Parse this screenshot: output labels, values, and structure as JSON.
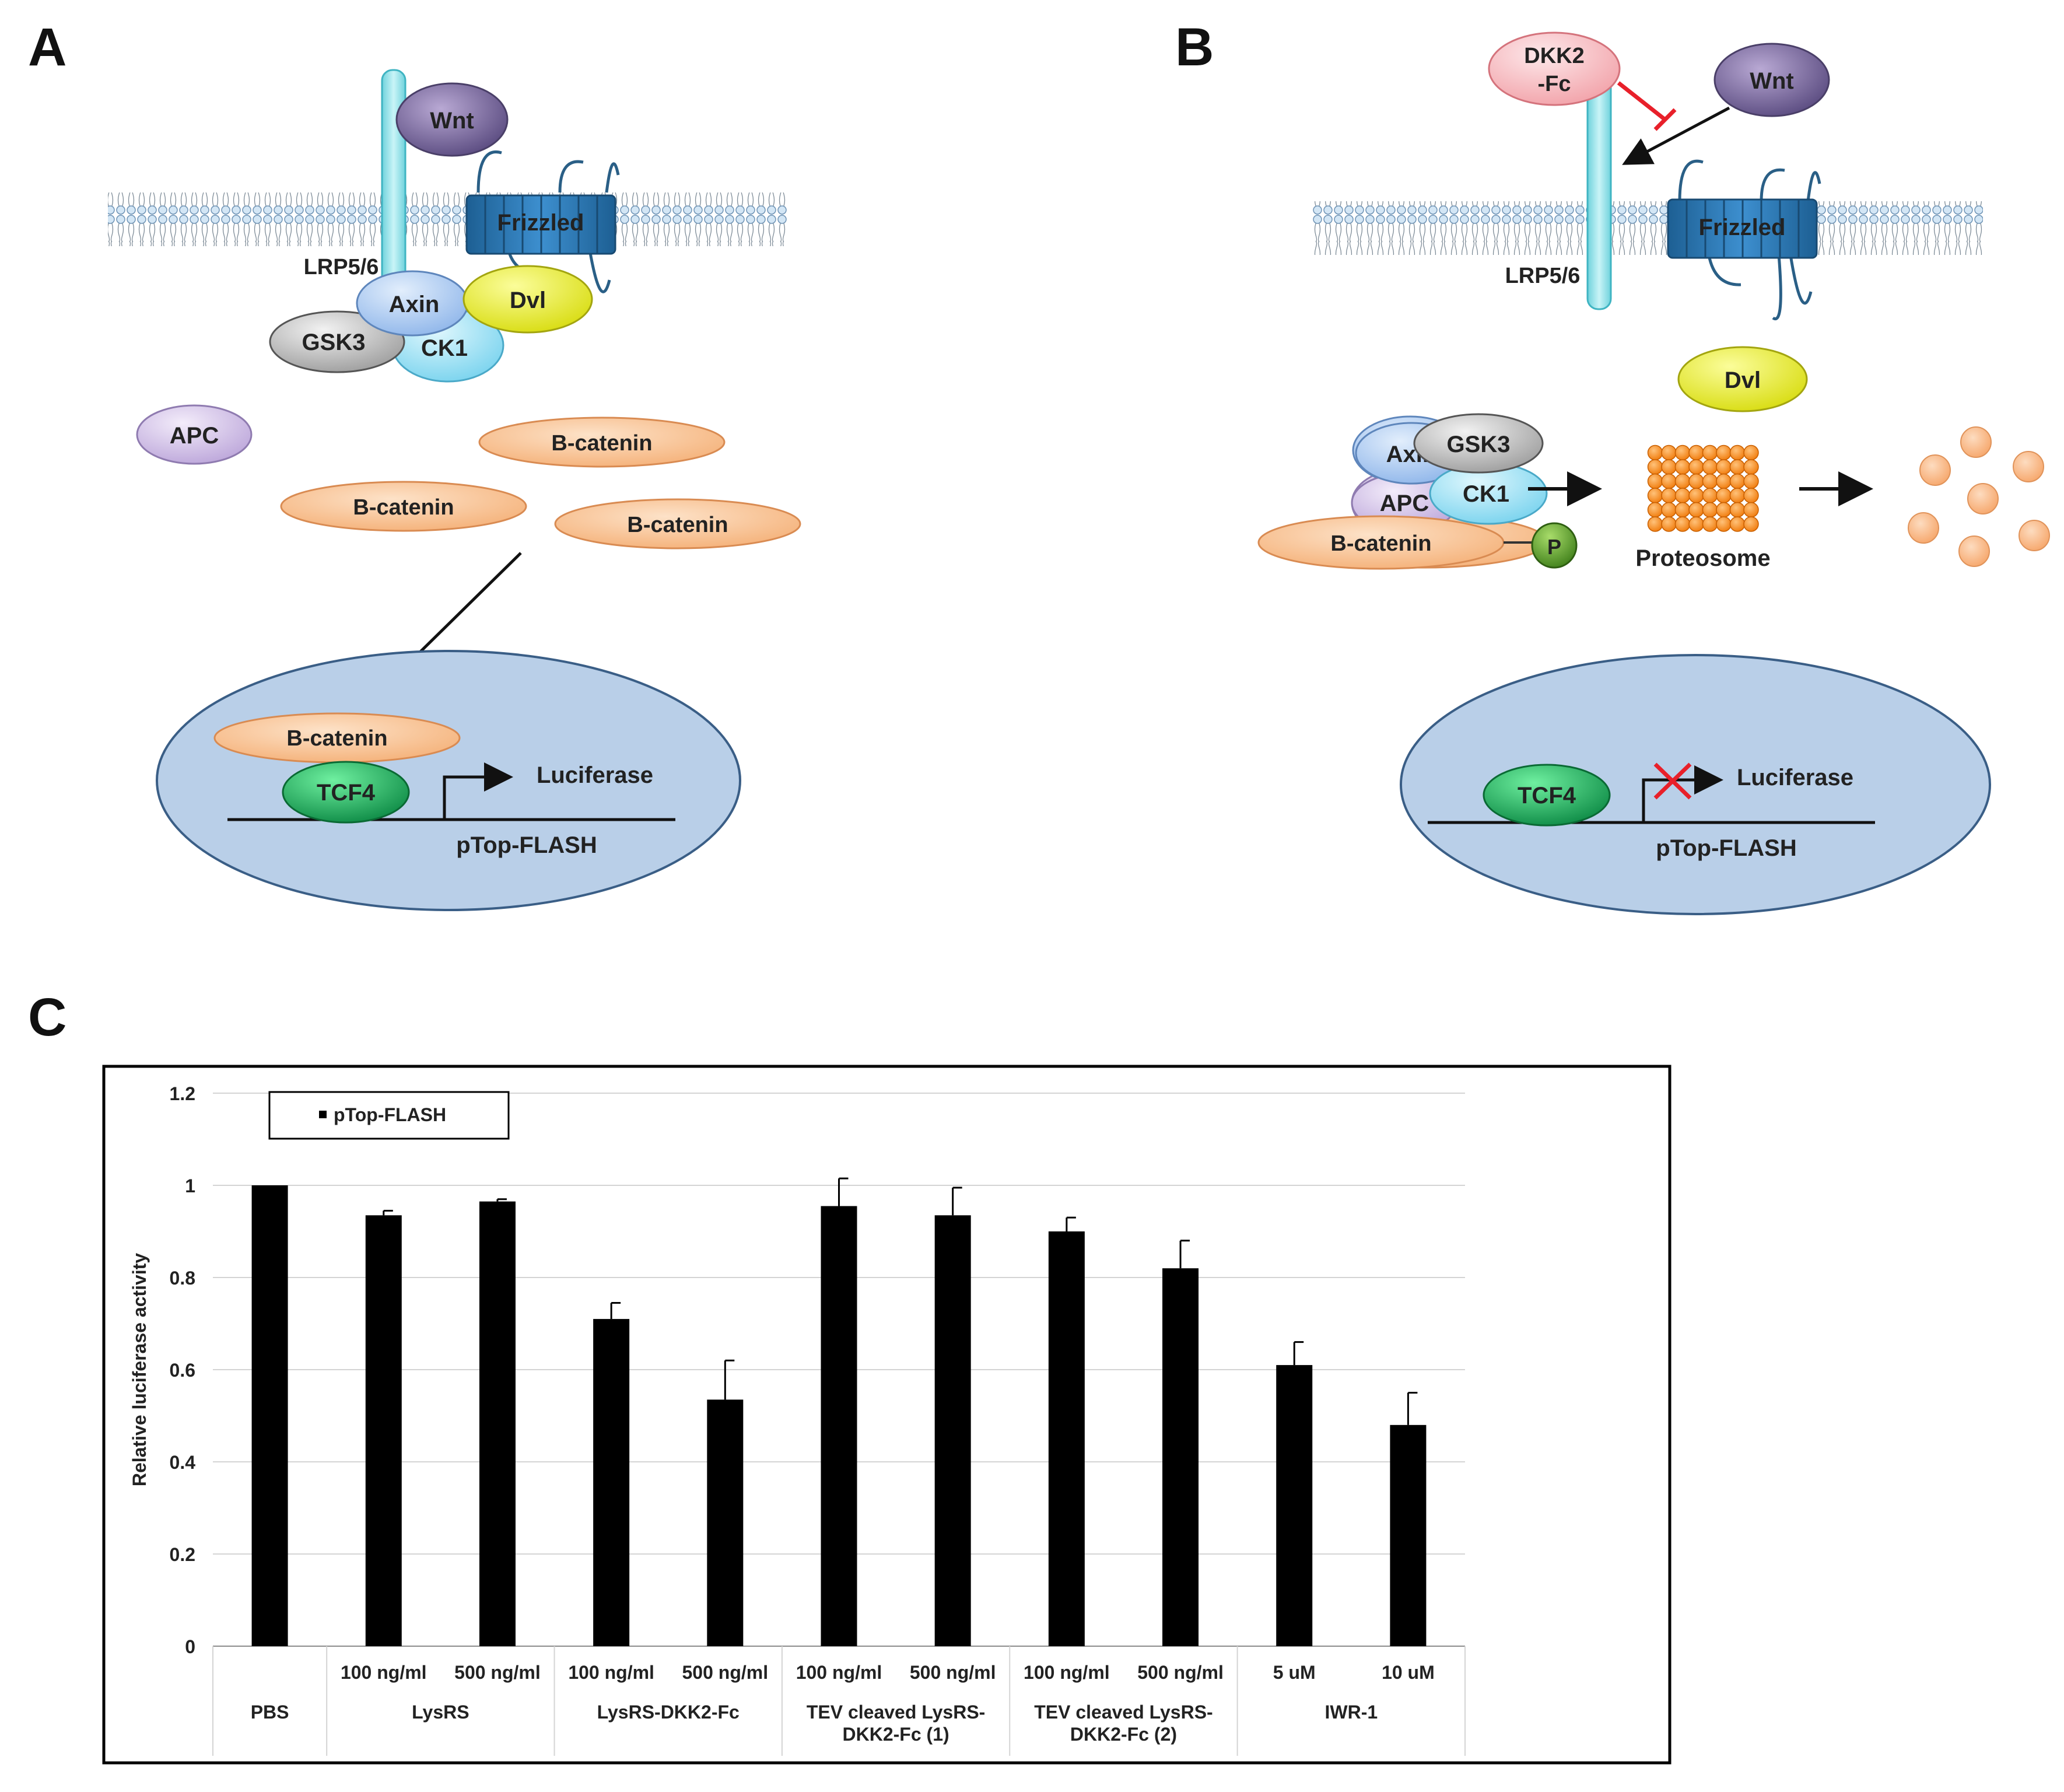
{
  "panels": {
    "a": {
      "letter": "A",
      "receptor": "LRP5/6",
      "ligand": "Wnt",
      "frizzled": "Frizzled",
      "axin": "Axin",
      "gsk3": "GSK3",
      "ck1": "CK1",
      "dvl": "Dvl",
      "apc": "APC",
      "catenin": "B-catenin",
      "nucleus_catenin": "B-catenin",
      "tcf4": "TCF4",
      "gene": "Luciferase",
      "plasmid": "pTop-FLASH"
    },
    "b": {
      "letter": "B",
      "inhibitor_line1": "DKK2",
      "inhibitor_line2": "-Fc",
      "ligand": "Wnt",
      "receptor": "LRP5/6",
      "frizzled": "Frizzled",
      "dvl": "Dvl",
      "axin": "Axin",
      "gsk3": "GSK3",
      "apc": "APC",
      "ck1": "CK1",
      "catenin": "B-catenin",
      "phospho": "P",
      "proteosome": "Proteosome",
      "tcf4": "TCF4",
      "gene": "Luciferase",
      "plasmid": "pTop-FLASH"
    },
    "c": {
      "letter": "C"
    }
  },
  "chart_data": {
    "type": "bar",
    "ylabel": "Relative luciferase activity",
    "ylim": [
      0,
      1.2
    ],
    "yticks": [
      "0",
      "0.2",
      "0.4",
      "0.6",
      "0.8",
      "1",
      "1.2"
    ],
    "legend": "pTop-FLASH",
    "legend_position": "top-left",
    "grid": true,
    "bar_color": "#000000",
    "categories": [
      "PBS",
      "LysRS 100 ng/ml",
      "LysRS 500 ng/ml",
      "LysRS-DKK2-Fc 100 ng/ml",
      "LysRS-DKK2-Fc 500 ng/ml",
      "TEV cleaved LysRS-DKK2-Fc (1) 100 ng/ml",
      "TEV cleaved LysRS-DKK2-Fc (1) 500 ng/ml",
      "TEV cleaved LysRS-DKK2-Fc (2) 100 ng/ml",
      "TEV cleaved LysRS-DKK2-Fc (2) 500 ng/ml",
      "IWR-1 5 uM",
      "IWR-1 10 uM"
    ],
    "values": [
      1.0,
      0.935,
      0.965,
      0.71,
      0.535,
      0.955,
      0.935,
      0.9,
      0.82,
      0.61,
      0.48
    ],
    "errors": [
      0,
      0.01,
      0.005,
      0.035,
      0.085,
      0.06,
      0.06,
      0.03,
      0.06,
      0.05,
      0.07
    ],
    "sub_labels": [
      "",
      "100 ng/ml",
      "500 ng/ml",
      "100 ng/ml",
      "500 ng/ml",
      "100 ng/ml",
      "500 ng/ml",
      "100 ng/ml",
      "500 ng/ml",
      "5 uM",
      "10 uM"
    ],
    "groups": [
      {
        "label": [
          "PBS"
        ],
        "size": 1
      },
      {
        "label": [
          "LysRS"
        ],
        "size": 2
      },
      {
        "label": [
          "LysRS-DKK2-Fc"
        ],
        "size": 2
      },
      {
        "label": [
          "TEV cleaved LysRS-",
          "DKK2-Fc (1)"
        ],
        "size": 2
      },
      {
        "label": [
          "TEV cleaved LysRS-",
          "DKK2-Fc (2)"
        ],
        "size": 2
      },
      {
        "label": [
          "IWR-1"
        ],
        "size": 2
      }
    ]
  },
  "colors": {
    "membrane": "#cfe3f3",
    "membrane_line": "#6b8fb0",
    "nucleus": "#b9cfe8",
    "catenin": "#f9c79b",
    "tcf4": "#19a85a",
    "wnt": "#7e6aa3",
    "frizzled": "#2474b0",
    "receptor": "#9ee3ea",
    "axin": "#b5d2f6",
    "gsk3": "#c9c9c9",
    "ck1": "#a9e5f5",
    "dvl": "#f1f32a",
    "apc": "#d9c8ec",
    "dkk2": "#f7c5c9",
    "phospho": "#6aa630",
    "proteosome": "#ff8a1c",
    "inhibit": "#e8202a"
  }
}
